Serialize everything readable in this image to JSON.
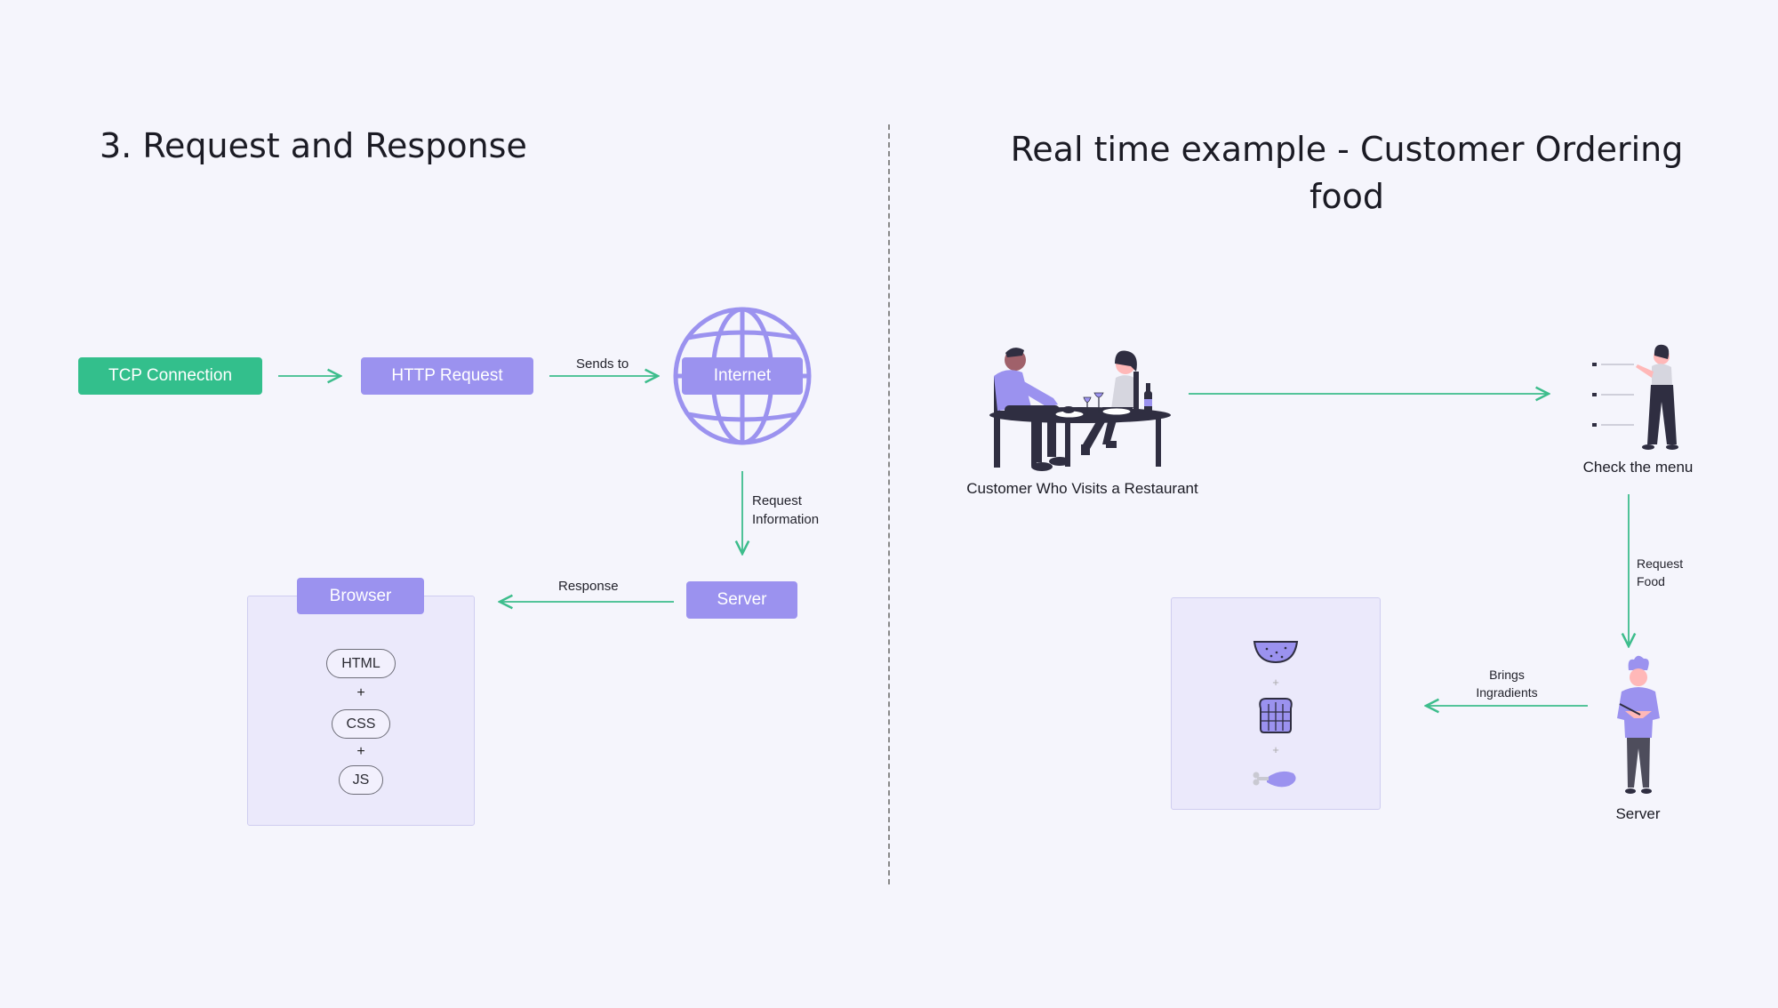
{
  "left": {
    "title": "3. Request and Response",
    "tcp": "TCP Connection",
    "http": "HTTP Request",
    "sends_to": "Sends to",
    "internet": "Internet",
    "request_info_1": "Request",
    "request_info_2": "Information",
    "server": "Server",
    "response": "Response",
    "browser": "Browser",
    "html": "HTML",
    "plus1": "+",
    "css": "CSS",
    "plus2": "+",
    "js": "JS"
  },
  "right": {
    "title": "Real time example - Customer Ordering food",
    "customer_caption": "Customer Who Visits a Restaurant",
    "menu_caption": "Check the menu",
    "request_food_1": "Request",
    "request_food_2": "Food",
    "brings_1": "Brings",
    "brings_2": "Ingradients",
    "server_caption": "Server",
    "plus1": "+",
    "plus2": "+"
  },
  "colors": {
    "green": "#33bf8c",
    "purple": "#9b92ef",
    "arrow": "#3dbd8c",
    "dark": "#2f2e41"
  }
}
